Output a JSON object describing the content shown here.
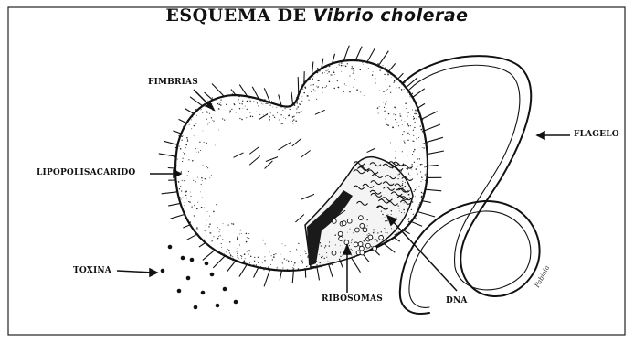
{
  "title": {
    "prefix": "ESQUEMA DE",
    "species": "Vibrio cholerae"
  },
  "labels": {
    "fimbrias": "FIMBRIAS",
    "lipopolisacarido": "LIPOPOLISACARIDO",
    "toxina": "TOXINA",
    "ribosomas": "RIBOSOMAS",
    "dna": "DNA",
    "flagelo": "FLAGELO"
  },
  "signature": "Fabiola",
  "colors": {
    "ink": "#111111",
    "paper": "#ffffff"
  }
}
